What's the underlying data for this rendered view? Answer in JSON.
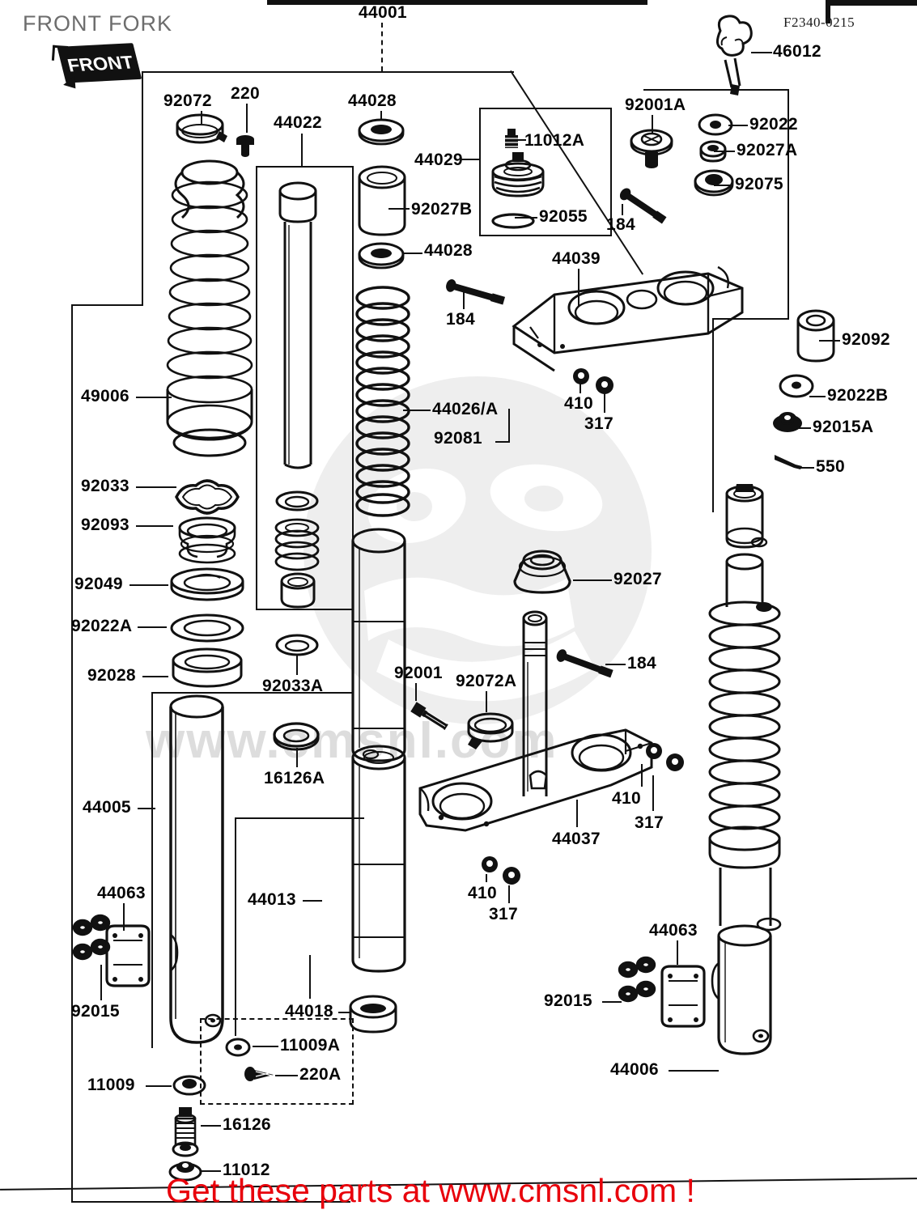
{
  "document": {
    "title": "FRONT FORK",
    "reference_code": "F2340-0215",
    "orientation_badge": "FRONT",
    "promo_text": "Get these parts at www.cmsnl.com !",
    "watermark_text": "www.cmsnl.com"
  },
  "callouts": {
    "top_assembly": "44001",
    "clamp": "92072",
    "clamp_bolt": "220",
    "inner_tube_group": "44022",
    "spring_seat_upper": "44028",
    "collar_92027B": "92027B",
    "spring_seat_lower": "44028",
    "top_plug_group": "44029",
    "plug_bolt": "11012A",
    "o_ring": "92055",
    "handlebar_holder_bolt": "92001A",
    "washer_92022": "92022",
    "nut_92027A": "92027A",
    "bushing_92075": "92075",
    "bolt_184_a": "184",
    "upper_clamp": "44039",
    "bolt_184_b": "184",
    "collar_92092": "92092",
    "washer_92022B": "92022B",
    "nut_92015A": "92015A",
    "pin_550": "550",
    "washer_410_a": "410",
    "nut_317_a": "317",
    "boot_49006": "49006",
    "gasket_92033": "92033",
    "dust_seal_92093": "92093",
    "circlip_92049": "92049",
    "washer_92022A": "92022A",
    "oil_seal_92028": "92028",
    "spring_44026A": "44026/A",
    "spring_92081": "92081",
    "ring_92033A": "92033A",
    "bolt_16126A": "16126A",
    "cap_92027": "92027",
    "bolt_184_c": "184",
    "pipe_92001": "92001",
    "clamp_92072A": "92072A",
    "damper_rod_44013": "44013",
    "lower_clamp_44037": "44037",
    "washer_410_b": "410",
    "nut_317_b": "317",
    "washer_410_c": "410",
    "nut_317_c": "317",
    "outer_tube_left": "44005",
    "holder_44063_left": "44063",
    "nuts_92015_left": "92015",
    "drain_11009": "11009",
    "bolt_16126": "16126",
    "nut_11012": "11012",
    "bush_44018": "44018",
    "washer_11009A": "11009A",
    "bolt_220A": "220A",
    "holder_44063_right": "44063",
    "nuts_92015_right": "92015",
    "outer_tube_right": "44006"
  }
}
